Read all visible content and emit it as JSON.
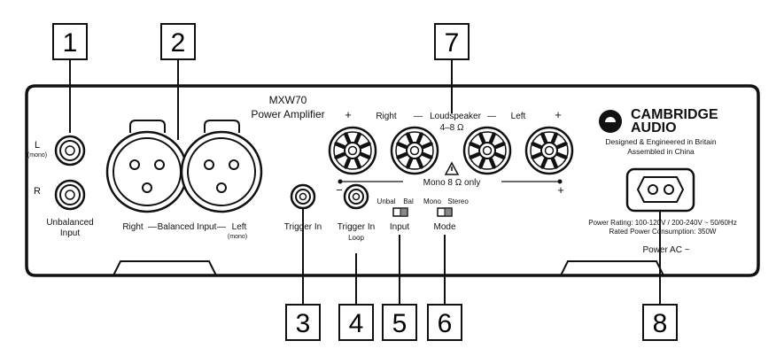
{
  "callouts": [
    "1",
    "2",
    "3",
    "4",
    "5",
    "6",
    "7",
    "8"
  ],
  "panel": {
    "model": "MXW70",
    "product": "Power Amplifier",
    "brand_line1": "CAMBRIDGE",
    "brand_line2": "AUDIO",
    "designed": "Designed & Engineered in Britain",
    "assembled": "Assembled in China",
    "power_rating": "Power Rating: 100-120V / 200-240V ~ 50/60Hz",
    "rated_consumption": "Rated Power Consumption: 350W",
    "power_ac": "Power AC ~"
  },
  "unbalanced": {
    "l_label": "L",
    "l_sub": "(mono)",
    "r_label": "R",
    "title_line1": "Unbalanced",
    "title_line2": "Input"
  },
  "balanced": {
    "right": "Right",
    "dash1": "—",
    "title": "Balanced Input",
    "dash2": "—",
    "left": "Left",
    "left_sub": "(mono)"
  },
  "trigger": {
    "in": "Trigger In",
    "loop_line1": "Trigger In",
    "loop_line2": "Loop"
  },
  "switches": {
    "input_unbal": "Unbal",
    "input_bal": "Bal",
    "input_title": "Input",
    "mode_mono": "Mono",
    "mode_stereo": "Stereo",
    "mode_title": "Mode"
  },
  "speaker": {
    "plus1": "+",
    "right": "Right",
    "minus1": "—",
    "title": "Loudspeaker",
    "minus2": "—",
    "left": "Left",
    "plus2": "+",
    "impedance": "4–8 Ω",
    "minus_mono": "−",
    "mono_note": "Mono 8 Ω only",
    "plus_mono": "+"
  },
  "colors": {
    "line": "#111111",
    "panel_fill": "#ffffff",
    "switch_fill": "#888888"
  }
}
